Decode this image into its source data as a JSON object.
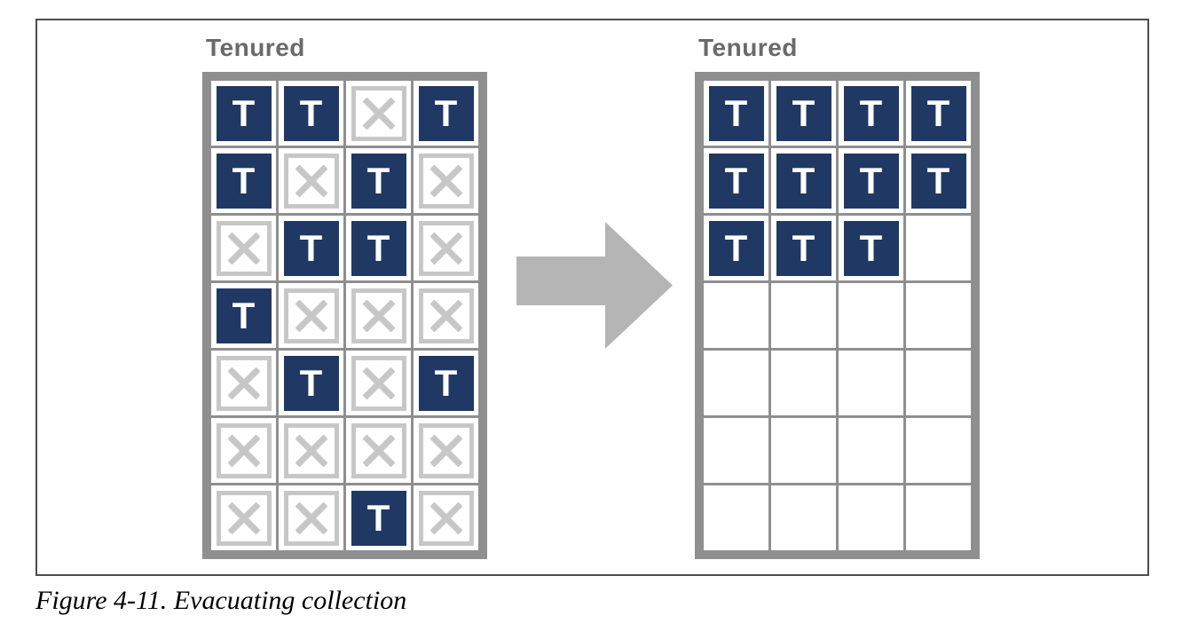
{
  "figure": {
    "caption": "Figure 4-11. Evacuating collection"
  },
  "glyphs": {
    "tenured": "T"
  },
  "panels": [
    {
      "title": "Tenured",
      "grid": [
        [
          "T",
          "T",
          "X",
          "T"
        ],
        [
          "T",
          "X",
          "T",
          "X"
        ],
        [
          "X",
          "T",
          "T",
          "X"
        ],
        [
          "T",
          "X",
          "X",
          "X"
        ],
        [
          "X",
          "T",
          "X",
          "T"
        ],
        [
          "X",
          "X",
          "X",
          "X"
        ],
        [
          "X",
          "X",
          "T",
          "X"
        ]
      ]
    },
    {
      "title": "Tenured",
      "grid": [
        [
          "T",
          "T",
          "T",
          "T"
        ],
        [
          "T",
          "T",
          "T",
          "T"
        ],
        [
          "T",
          "T",
          "T",
          ""
        ],
        [
          "",
          "",
          "",
          ""
        ],
        [
          "",
          "",
          "",
          ""
        ],
        [
          "",
          "",
          "",
          ""
        ],
        [
          "",
          "",
          "",
          ""
        ]
      ]
    }
  ],
  "colors": {
    "tenured_square": "#203864",
    "tenured_glyph": "#ffffff",
    "dead_marker": "#c7c7c7",
    "grid_frame": "#8f8f8f",
    "panel_title": "#6a6a6a",
    "arrow": "#b5b5b5",
    "figure_border": "#4d4d4d",
    "caption_text": "#000000"
  }
}
